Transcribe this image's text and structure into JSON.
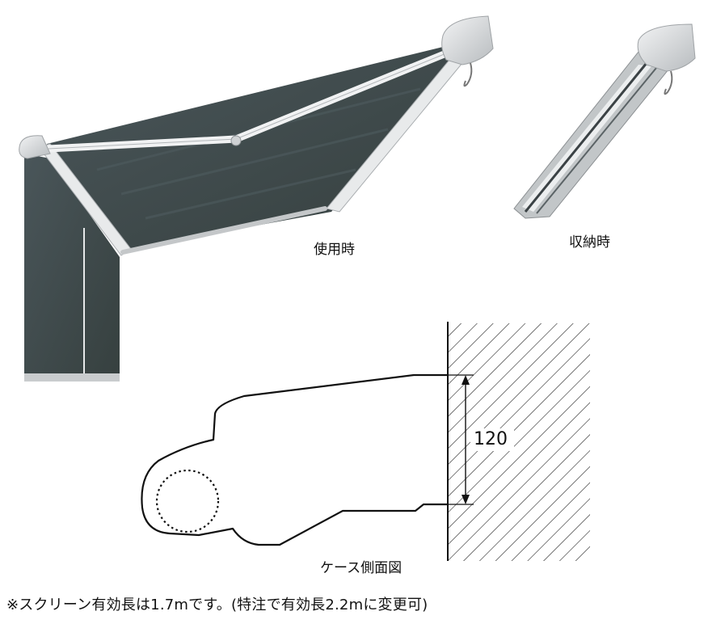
{
  "labels": {
    "in_use": "使用時",
    "retracted": "収納時",
    "case_side_view": "ケース側面図",
    "dimension": "120"
  },
  "note": "※スクリーン有効長は1.7mです。(特注で有効長2.2mに変更可)",
  "colors": {
    "fabric": "#3e4a4e",
    "frame": "#d9dcde",
    "line": "#111111"
  }
}
